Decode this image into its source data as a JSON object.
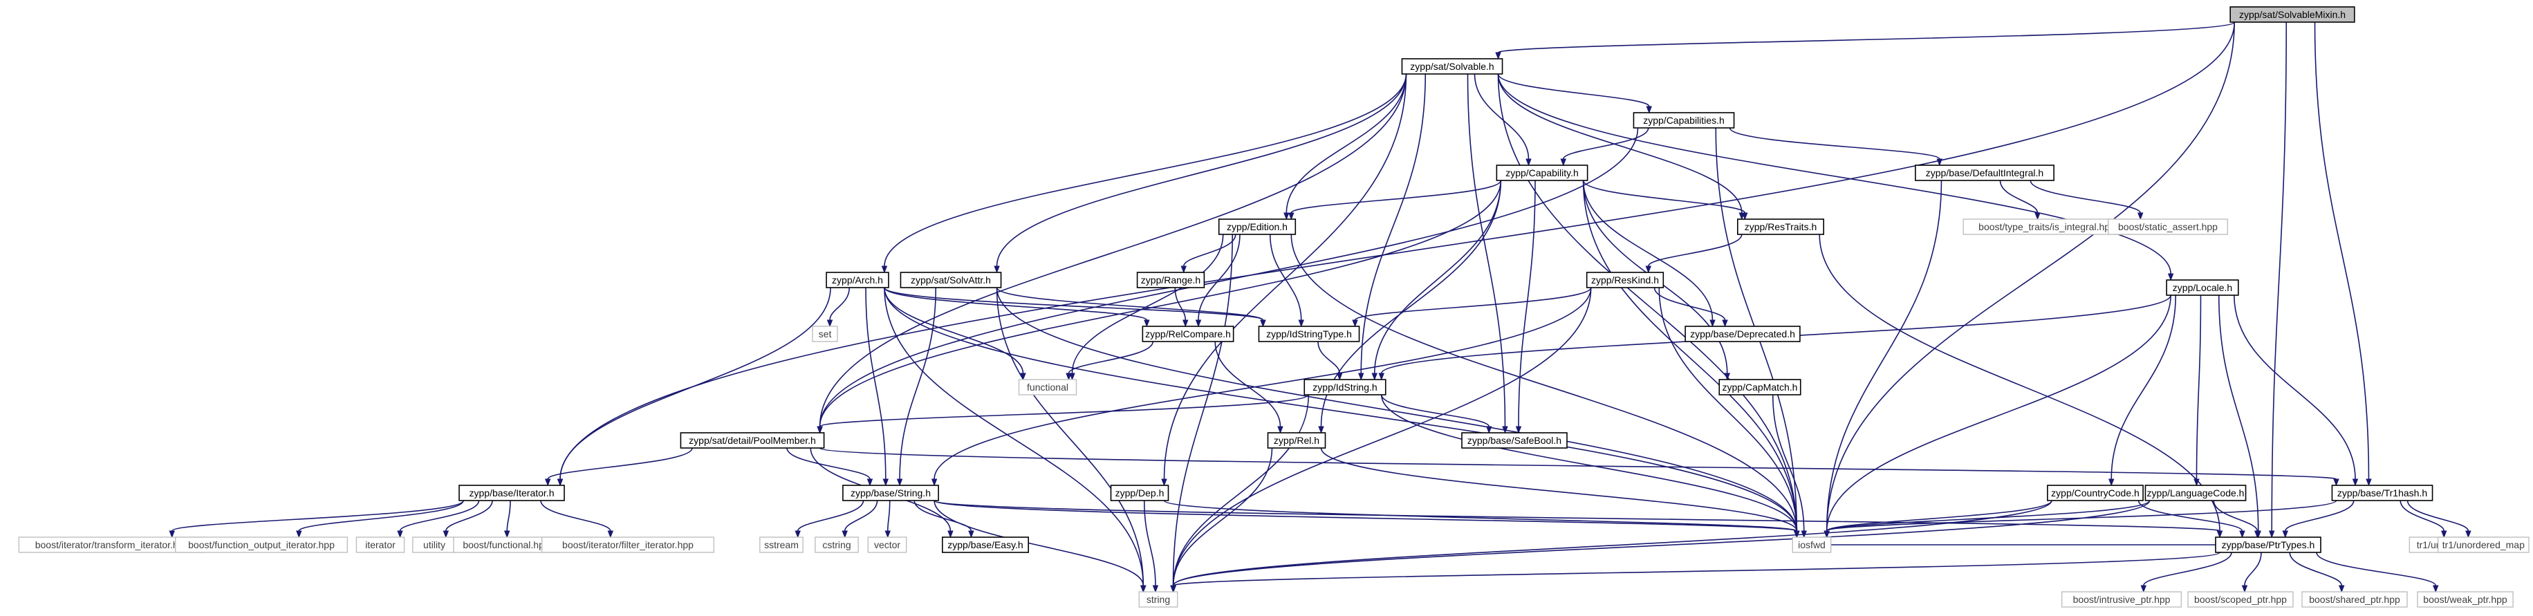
{
  "nodes": [
    {
      "id": "root",
      "label": "zypp/sat/SolvableMixin.h",
      "kind": "root"
    },
    {
      "id": "solvable",
      "label": "zypp/sat/Solvable.h",
      "kind": "file"
    },
    {
      "id": "capabilities",
      "label": "zypp/Capabilities.h",
      "kind": "file"
    },
    {
      "id": "capability",
      "label": "zypp/Capability.h",
      "kind": "file"
    },
    {
      "id": "defaultintegral",
      "label": "zypp/base/DefaultIntegral.h",
      "kind": "file"
    },
    {
      "id": "edition",
      "label": "zypp/Edition.h",
      "kind": "file"
    },
    {
      "id": "restraits",
      "label": "zypp/ResTraits.h",
      "kind": "file"
    },
    {
      "id": "arch",
      "label": "zypp/Arch.h",
      "kind": "file"
    },
    {
      "id": "solvattr",
      "label": "zypp/sat/SolvAttr.h",
      "kind": "file"
    },
    {
      "id": "range",
      "label": "zypp/Range.h",
      "kind": "file"
    },
    {
      "id": "reskind",
      "label": "zypp/ResKind.h",
      "kind": "file"
    },
    {
      "id": "locale",
      "label": "zypp/Locale.h",
      "kind": "file"
    },
    {
      "id": "relcompare",
      "label": "zypp/RelCompare.h",
      "kind": "file"
    },
    {
      "id": "idstringtype",
      "label": "zypp/IdStringType.h",
      "kind": "file"
    },
    {
      "id": "deprecated",
      "label": "zypp/base/Deprecated.h",
      "kind": "file"
    },
    {
      "id": "idstring",
      "label": "zypp/IdString.h",
      "kind": "file"
    },
    {
      "id": "capmatch",
      "label": "zypp/CapMatch.h",
      "kind": "file"
    },
    {
      "id": "poolmember",
      "label": "zypp/sat/detail/PoolMember.h",
      "kind": "file"
    },
    {
      "id": "safebool",
      "label": "zypp/base/SafeBool.h",
      "kind": "file"
    },
    {
      "id": "rel",
      "label": "zypp/Rel.h",
      "kind": "file"
    },
    {
      "id": "iterator",
      "label": "zypp/base/Iterator.h",
      "kind": "file"
    },
    {
      "id": "string",
      "label": "zypp/base/String.h",
      "kind": "file"
    },
    {
      "id": "dep",
      "label": "zypp/Dep.h",
      "kind": "file"
    },
    {
      "id": "countrycode",
      "label": "zypp/CountryCode.h",
      "kind": "file"
    },
    {
      "id": "languagecode",
      "label": "zypp/LanguageCode.h",
      "kind": "file"
    },
    {
      "id": "tr1hash",
      "label": "zypp/base/Tr1hash.h",
      "kind": "file"
    },
    {
      "id": "easy",
      "label": "zypp/base/Easy.h",
      "kind": "file"
    },
    {
      "id": "ptrtypes",
      "label": "zypp/base/PtrTypes.h",
      "kind": "file"
    },
    {
      "id": "iosfwd",
      "label": "iosfwd",
      "kind": "system"
    },
    {
      "id": "stdstring",
      "label": "string",
      "kind": "system"
    },
    {
      "id": "set",
      "label": "set",
      "kind": "system"
    },
    {
      "id": "functional",
      "label": "functional",
      "kind": "system"
    },
    {
      "id": "is_integral",
      "label": "boost/type_traits/is_integral.hpp",
      "kind": "system"
    },
    {
      "id": "static_assert",
      "label": "boost/static_assert.hpp",
      "kind": "system"
    },
    {
      "id": "transform_iterator",
      "label": "boost/iterator/transform_iterator.hpp",
      "kind": "system"
    },
    {
      "id": "function_output_iterator",
      "label": "boost/function_output_iterator.hpp",
      "kind": "system"
    },
    {
      "id": "stditerator",
      "label": "iterator",
      "kind": "system"
    },
    {
      "id": "utility",
      "label": "utility",
      "kind": "system"
    },
    {
      "id": "boostfunctional",
      "label": "boost/functional.hpp",
      "kind": "system"
    },
    {
      "id": "filter_iterator",
      "label": "boost/iterator/filter_iterator.hpp",
      "kind": "system"
    },
    {
      "id": "sstream",
      "label": "sstream",
      "kind": "system"
    },
    {
      "id": "cstring",
      "label": "cstring",
      "kind": "system"
    },
    {
      "id": "vector",
      "label": "vector",
      "kind": "system"
    },
    {
      "id": "unordered_set",
      "label": "tr1/unordered_set",
      "kind": "system"
    },
    {
      "id": "unordered_map",
      "label": "tr1/unordered_map",
      "kind": "system"
    },
    {
      "id": "intrusive_ptr",
      "label": "boost/intrusive_ptr.hpp",
      "kind": "system"
    },
    {
      "id": "scoped_ptr",
      "label": "boost/scoped_ptr.hpp",
      "kind": "system"
    },
    {
      "id": "shared_ptr",
      "label": "boost/shared_ptr.hpp",
      "kind": "system"
    },
    {
      "id": "weak_ptr",
      "label": "boost/weak_ptr.hpp",
      "kind": "system"
    }
  ],
  "edges": [
    [
      "root",
      "solvable"
    ],
    [
      "root",
      "iterator"
    ],
    [
      "root",
      "tr1hash"
    ],
    [
      "root",
      "iosfwd"
    ],
    [
      "root",
      "ptrtypes"
    ],
    [
      "solvable",
      "capabilities"
    ],
    [
      "solvable",
      "capability"
    ],
    [
      "solvable",
      "restraits"
    ],
    [
      "solvable",
      "edition"
    ],
    [
      "solvable",
      "arch"
    ],
    [
      "solvable",
      "solvattr"
    ],
    [
      "solvable",
      "idstring"
    ],
    [
      "solvable",
      "dep"
    ],
    [
      "solvable",
      "poolmember"
    ],
    [
      "solvable",
      "safebool"
    ],
    [
      "solvable",
      "iosfwd"
    ],
    [
      "solvable",
      "locale"
    ],
    [
      "capabilities",
      "capability"
    ],
    [
      "capabilities",
      "defaultintegral"
    ],
    [
      "capabilities",
      "poolmember"
    ],
    [
      "capabilities",
      "iosfwd"
    ],
    [
      "defaultintegral",
      "is_integral"
    ],
    [
      "defaultintegral",
      "static_assert"
    ],
    [
      "defaultintegral",
      "iosfwd"
    ],
    [
      "capability",
      "edition"
    ],
    [
      "capability",
      "restraits"
    ],
    [
      "capability",
      "deprecated"
    ],
    [
      "capability",
      "idstring"
    ],
    [
      "capability",
      "rel"
    ],
    [
      "capability",
      "capmatch"
    ],
    [
      "capability",
      "safebool"
    ],
    [
      "capability",
      "iosfwd"
    ],
    [
      "capability",
      "poolmember"
    ],
    [
      "edition",
      "range"
    ],
    [
      "edition",
      "relcompare"
    ],
    [
      "edition",
      "idstringtype"
    ],
    [
      "edition",
      "functional"
    ],
    [
      "edition",
      "stdstring"
    ],
    [
      "edition",
      "iosfwd"
    ],
    [
      "range",
      "relcompare"
    ],
    [
      "restraits",
      "reskind"
    ],
    [
      "restraits",
      "ptrtypes"
    ],
    [
      "reskind",
      "idstringtype"
    ],
    [
      "reskind",
      "deprecated"
    ],
    [
      "reskind",
      "string"
    ],
    [
      "reskind",
      "iosfwd"
    ],
    [
      "reskind",
      "stdstring"
    ],
    [
      "arch",
      "set"
    ],
    [
      "arch",
      "functional"
    ],
    [
      "arch",
      "relcompare"
    ],
    [
      "arch",
      "idstringtype"
    ],
    [
      "arch",
      "iterator"
    ],
    [
      "arch",
      "string"
    ],
    [
      "arch",
      "iosfwd"
    ],
    [
      "arch",
      "stdstring"
    ],
    [
      "solvattr",
      "idstringtype"
    ],
    [
      "solvattr",
      "string"
    ],
    [
      "solvattr",
      "iosfwd"
    ],
    [
      "solvattr",
      "stdstring"
    ],
    [
      "relcompare",
      "functional"
    ],
    [
      "relcompare",
      "rel"
    ],
    [
      "idstringtype",
      "idstring"
    ],
    [
      "idstring",
      "poolmember"
    ],
    [
      "idstring",
      "safebool"
    ],
    [
      "idstring",
      "iosfwd"
    ],
    [
      "idstring",
      "stdstring"
    ],
    [
      "locale",
      "idstring"
    ],
    [
      "locale",
      "countrycode"
    ],
    [
      "locale",
      "languagecode"
    ],
    [
      "locale",
      "tr1hash"
    ],
    [
      "locale",
      "ptrtypes"
    ],
    [
      "locale",
      "iosfwd"
    ],
    [
      "capmatch",
      "iosfwd"
    ],
    [
      "poolmember",
      "iterator"
    ],
    [
      "poolmember",
      "string"
    ],
    [
      "poolmember",
      "easy"
    ],
    [
      "poolmember",
      "tr1hash"
    ],
    [
      "rel",
      "iosfwd"
    ],
    [
      "rel",
      "stdstring"
    ],
    [
      "iterator",
      "transform_iterator"
    ],
    [
      "iterator",
      "function_output_iterator"
    ],
    [
      "iterator",
      "stditerator"
    ],
    [
      "iterator",
      "utility"
    ],
    [
      "iterator",
      "boostfunctional"
    ],
    [
      "iterator",
      "filter_iterator"
    ],
    [
      "string",
      "sstream"
    ],
    [
      "string",
      "cstring"
    ],
    [
      "string",
      "vector"
    ],
    [
      "string",
      "easy"
    ],
    [
      "string",
      "ptrtypes"
    ],
    [
      "string",
      "iosfwd"
    ],
    [
      "string",
      "stdstring"
    ],
    [
      "dep",
      "iosfwd"
    ],
    [
      "dep",
      "stdstring"
    ],
    [
      "countrycode",
      "ptrtypes"
    ],
    [
      "countrycode",
      "iosfwd"
    ],
    [
      "countrycode",
      "stdstring"
    ],
    [
      "languagecode",
      "ptrtypes"
    ],
    [
      "languagecode",
      "iosfwd"
    ],
    [
      "languagecode",
      "stdstring"
    ],
    [
      "tr1hash",
      "unordered_set"
    ],
    [
      "tr1hash",
      "unordered_map"
    ],
    [
      "tr1hash",
      "ptrtypes"
    ],
    [
      "tr1hash",
      "iosfwd"
    ],
    [
      "ptrtypes",
      "intrusive_ptr"
    ],
    [
      "ptrtypes",
      "scoped_ptr"
    ],
    [
      "ptrtypes",
      "shared_ptr"
    ],
    [
      "ptrtypes",
      "weak_ptr"
    ],
    [
      "ptrtypes",
      "stdstring"
    ],
    [
      "ptrtypes",
      "iosfwd"
    ]
  ]
}
